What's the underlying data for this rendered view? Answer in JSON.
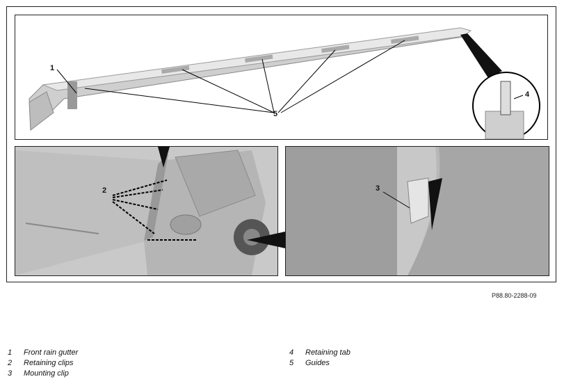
{
  "figure": {
    "reference_code": "P88.80-2288-09",
    "callouts": {
      "c1": "1",
      "c2": "2",
      "c3": "3",
      "c4": "4",
      "c5": "5"
    }
  },
  "legend": {
    "left": [
      {
        "num": "1",
        "label": "Front rain gutter"
      },
      {
        "num": "2",
        "label": "Retaining clips"
      },
      {
        "num": "3",
        "label": "Mounting clip"
      }
    ],
    "right": [
      {
        "num": "4",
        "label": "Retaining tab"
      },
      {
        "num": "5",
        "label": "Guides"
      }
    ]
  }
}
